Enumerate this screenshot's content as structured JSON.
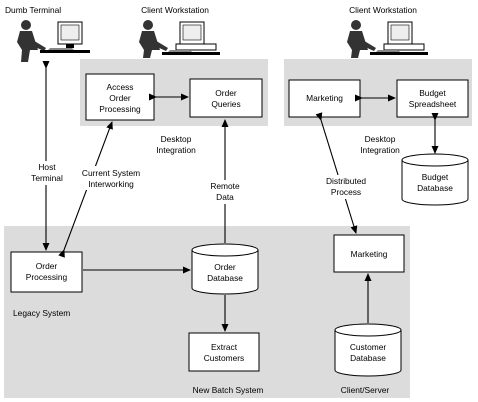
{
  "workstations": {
    "dumb_terminal": "Dumb Terminal",
    "client_left": "Client Workstation",
    "client_right": "Client Workstation"
  },
  "boxes": {
    "access_order_processing": [
      "Access",
      "Order",
      "Processing"
    ],
    "order_queries": [
      "Order",
      "Queries"
    ],
    "marketing_top": [
      "Marketing"
    ],
    "budget_spreadsheet": [
      "Budget",
      "Spreadsheet"
    ],
    "order_processing": [
      "Order",
      "Processing"
    ],
    "extract_customers": [
      "Extract",
      "Customers"
    ],
    "marketing_bottom": [
      "Marketing"
    ]
  },
  "databases": {
    "order_database": [
      "Order",
      "Database"
    ],
    "budget_database": [
      "Budget",
      "Database"
    ],
    "customer_database": [
      "Customer",
      "Database"
    ]
  },
  "labels": {
    "desktop_integration_left": [
      "Desktop",
      "Integration"
    ],
    "desktop_integration_right": [
      "Desktop",
      "Integration"
    ],
    "host_terminal": [
      "Host",
      "Terminal"
    ],
    "current_system": [
      "Current System",
      "Interworking"
    ],
    "remote_data": [
      "Remote",
      "Data"
    ],
    "distributed_process": [
      "Distributed",
      "Process"
    ]
  },
  "regions": {
    "legacy_system": "Legacy System",
    "new_batch_system": "New Batch System",
    "client_server": "Client/Server"
  },
  "colors": {
    "region_fill": "#dcdcdc",
    "line": "#000000"
  }
}
